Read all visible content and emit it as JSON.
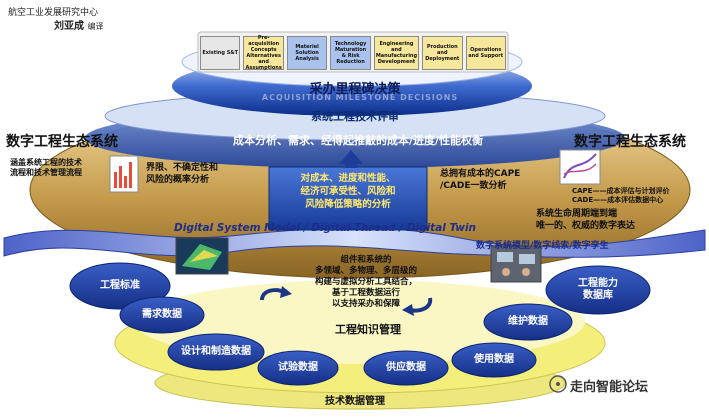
{
  "credit": {
    "org": "航空工业发展研究中心",
    "author": "刘亚成",
    "role": "编译"
  },
  "top_stages": [
    {
      "label": "Existing S&T",
      "date": "",
      "color": "#e6e6e6"
    },
    {
      "label": "Pre-acquisition Concepts Alternatives and Assumptions",
      "date": "",
      "color": "#f6e79a"
    },
    {
      "label": "Materiel Solution Analysis",
      "date": "",
      "color": "#a9c3ee"
    },
    {
      "label": "Technology Maturation & Risk Reduction",
      "date": "",
      "color": "#a9c3ee"
    },
    {
      "label": "Engineering and Manufacturing Development",
      "date": "",
      "color": "#f6e79a"
    },
    {
      "label": "Production and Deployment",
      "date": "",
      "color": "#f6e79a"
    },
    {
      "label": "Operations and Support",
      "date": "",
      "color": "#f6e79a"
    }
  ],
  "milestone_banner": "采办里程碑决策",
  "faint_banner": "ACQUISITION MILESTONE DECISIONS",
  "tech_review": "系统工程技术评审",
  "tradeoff": "成本分析、需求、经得起推敲的成本/进度/性能权衡",
  "ecosystem_left": "数字工程生态系统",
  "ecosystem_right": "数字工程生态系统",
  "left_tech": "涵盖系统工程的技术\n流程和技术管理流程",
  "left_risk": "界限、不确定性和\n风险的概率分析",
  "center_box": "对成本、进度和性能、\n经济可承受性、风险和\n风险降低策略的分析",
  "right_cape": "总拥有成本的CAPE\n/CADE一致分析",
  "cape_legend": "CAPE——成本评估与计划评价\nCADE——成本评估数据中心",
  "lifecycle": "系统生命周期端到端\n唯一的、权威的数字表达",
  "digital_banner": {
    "left": "Digital System Model",
    "mid": "Digital Thread",
    "right": "Digital Twin",
    "cn": "数字系统模型/数字线索/数字孪生"
  },
  "center_lower": "组件和系统的\n多领域、多物理、多层级的\n构建与虚拟分析工具结合，\n基于工程数据运行\n以支持采办和保障",
  "knowledge": "工程知识管理",
  "tech_data": "技术数据管理",
  "ovals": {
    "standards": "工程标准",
    "capability": "工程能力\n数据库",
    "requirements": "需求数据",
    "maintenance": "维护数据",
    "design_mfg": "设计和制造数据",
    "test": "试验数据",
    "supply": "供应数据",
    "usage": "使用数据"
  },
  "watermark": "走向智能论坛",
  "colors": {
    "navy": "#0b2d73",
    "oval": "#1e3d9a",
    "bronze": "#b08a3a",
    "yellow": "#f4ee7a"
  }
}
